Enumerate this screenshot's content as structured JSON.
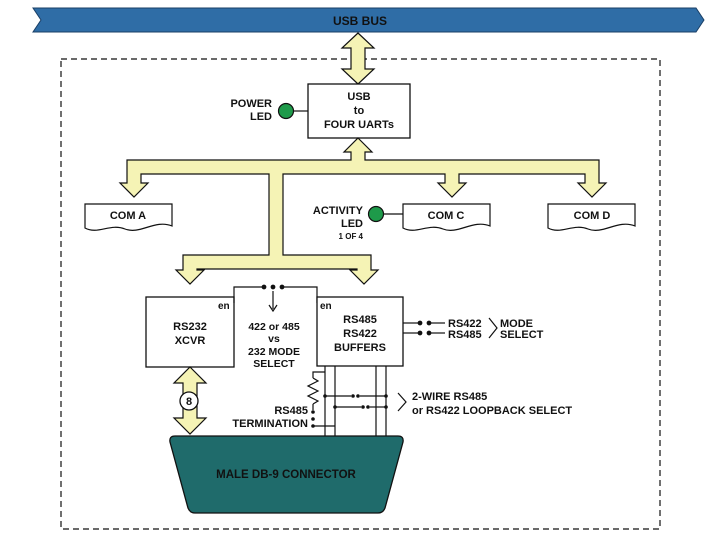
{
  "colors": {
    "bus_fill": "#2f6da6",
    "bus_text": "#ffffff",
    "arrow_fill": "#f5f3b5",
    "led_green": "#1e9a4a",
    "connector_fill": "#1f6b6b",
    "connector_text": "#ffffff",
    "line": "#111111"
  },
  "bus": {
    "label": "USB BUS"
  },
  "usb_block": {
    "line1": "USB",
    "line2": "to",
    "line3": "FOUR UARTs"
  },
  "power_led": {
    "line1": "POWER",
    "line2": "LED"
  },
  "com_ports": [
    "COM A",
    "COM C",
    "COM D"
  ],
  "activity_led": {
    "line1": "ACTIVITY",
    "line2": "LED",
    "line3": "1 OF 4"
  },
  "rs232_block": {
    "line1": "RS232",
    "line2": "XCVR",
    "enable": "en"
  },
  "mode_select_center": {
    "line1": "422 or 485",
    "line2": "vs",
    "line3": "232 MODE",
    "line4": "SELECT"
  },
  "rs485_block": {
    "line1": "RS485",
    "line2": "RS422",
    "line3": "BUFFERS",
    "enable": "en"
  },
  "right_mode_select": {
    "opt1": "RS422",
    "opt2": "RS485",
    "label1": "MODE",
    "label2": "SELECT"
  },
  "bus_width": "8",
  "termination": {
    "line1": "RS485",
    "line2": "TERMINATION"
  },
  "loopback_select": {
    "line1": "2-WIRE RS485",
    "line2": "or RS422 LOOPBACK SELECT"
  },
  "connector": {
    "label": "MALE DB-9 CONNECTOR"
  }
}
